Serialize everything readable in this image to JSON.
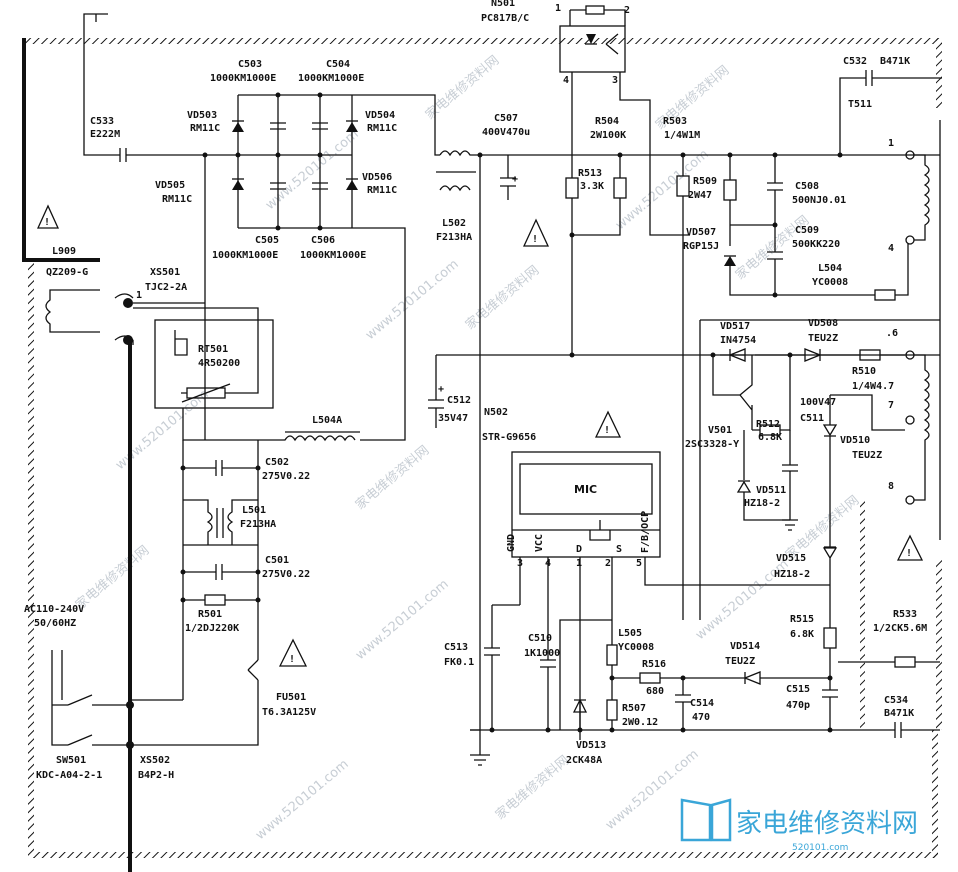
{
  "components": {
    "n501": {
      "ref": "N501",
      "val": "PC817B/C"
    },
    "c503": {
      "ref": "C503",
      "val": "1000KM1000E"
    },
    "c504": {
      "ref": "C504",
      "val": "1000KM1000E"
    },
    "c505": {
      "ref": "C505",
      "val": "1000KM1000E"
    },
    "c506": {
      "ref": "C506",
      "val": "1000KM1000E"
    },
    "c533": {
      "ref": "C533",
      "val": "E222M"
    },
    "vd503": {
      "ref": "VD503",
      "val": "RM11C"
    },
    "vd504": {
      "ref": "VD504",
      "val": "RM11C"
    },
    "vd505": {
      "ref": "VD505",
      "val": "RM11C"
    },
    "vd506": {
      "ref": "VD506",
      "val": "RM11C"
    },
    "c507": {
      "ref": "C507",
      "val": "400V470u"
    },
    "l502": {
      "ref": "L502",
      "val": "F213HA"
    },
    "r504": {
      "ref": "R504",
      "val": "2W100K"
    },
    "r503": {
      "ref": "R503",
      "val": "1/4W1M"
    },
    "r513": {
      "ref": "R513",
      "val": "3.3K"
    },
    "r509": {
      "ref": "R509",
      "val": "2W47"
    },
    "vd507": {
      "ref": "VD507",
      "val": "RGP15J"
    },
    "c508": {
      "ref": "C508",
      "val": "500NJ0.01"
    },
    "c509": {
      "ref": "C509",
      "val": "500KK220"
    },
    "l504": {
      "ref": "L504",
      "val": "YC0008"
    },
    "c532": {
      "ref": "C532",
      "val": "B471K"
    },
    "t511": {
      "ref": "T511",
      "val": ""
    },
    "l909": {
      "ref": "L909",
      "val": "QZ209-G"
    },
    "xs501": {
      "ref": "XS501",
      "val": "TJC2-2A"
    },
    "rt501": {
      "ref": "RT501",
      "val": "4R50200"
    },
    "c512": {
      "ref": "C512",
      "val": "35V47"
    },
    "l504a": {
      "ref": "L504A",
      "val": ""
    },
    "c502": {
      "ref": "C502",
      "val": "275V0.22"
    },
    "l501": {
      "ref": "L501",
      "val": "F213HA"
    },
    "c501": {
      "ref": "C501",
      "val": "275V0.22"
    },
    "r501": {
      "ref": "R501",
      "val": "1/2DJ220K"
    },
    "fu501": {
      "ref": "FU501",
      "val": "T6.3A125V"
    },
    "sw501": {
      "ref": "SW501",
      "val": "KDC-A04-2-1"
    },
    "xs502": {
      "ref": "XS502",
      "val": "B4P2-H"
    },
    "n502": {
      "ref": "N502",
      "val": "STR-G9656"
    },
    "vd517": {
      "ref": "VD517",
      "val": "IN4754"
    },
    "vd508": {
      "ref": "VD508",
      "val": "TEU2Z"
    },
    "r510": {
      "ref": "R510",
      "val": "1/4W4.7"
    },
    "v501": {
      "ref": "V501",
      "val": "2SC3328-Y"
    },
    "r512": {
      "ref": "R512",
      "val": "6.8K"
    },
    "c511": {
      "ref": "C511",
      "val": "100V47"
    },
    "vd511": {
      "ref": "VD511",
      "val": "HZ18-2"
    },
    "vd510": {
      "ref": "VD510",
      "val": "TEU2Z"
    },
    "vd515": {
      "ref": "VD515",
      "val": "HZ18-2"
    },
    "r515": {
      "ref": "R515",
      "val": "6.8K"
    },
    "r533": {
      "ref": "R533",
      "val": "1/2CK5.6M"
    },
    "c513": {
      "ref": "C513",
      "val": "FK0.1"
    },
    "c510": {
      "ref": "C510",
      "val": "1K1000"
    },
    "l505": {
      "ref": "L505",
      "val": "YC0008"
    },
    "r516": {
      "ref": "R516",
      "val": "680"
    },
    "r507": {
      "ref": "R507",
      "val": "2W0.12"
    },
    "c514": {
      "ref": "C514",
      "val": "470"
    },
    "vd514": {
      "ref": "VD514",
      "val": "TEU2Z"
    },
    "c515": {
      "ref": "C515",
      "val": "470p"
    },
    "c534": {
      "ref": "C534",
      "val": "B471K"
    },
    "vd513": {
      "ref": "VD513",
      "val": "2CK48A"
    }
  },
  "ic": {
    "name": "MIC",
    "pins": [
      "GND",
      "VCC",
      "D",
      "S",
      "F/B/OCP"
    ],
    "pin_numbers": [
      "3",
      "4",
      "1",
      "2",
      "5"
    ]
  },
  "input": {
    "label": "AC110-240V",
    "freq": "50/60HZ"
  },
  "nodes": {
    "n1": "1",
    "n2": "2",
    "n3": "3",
    "n4": "4",
    "n6": ".6",
    "n7": "7",
    "n8": "8",
    "t1": "1",
    "t4": "4",
    "xs1": "1"
  },
  "watermark": {
    "url": "www.520101.com",
    "cn": "家电维修资料网"
  },
  "logo": {
    "text": "家电维修资料网",
    "sub": "520101.com"
  },
  "colors": {
    "ink": "#111111",
    "watermark": "#9aa6b2",
    "logo": "#3aa6d8"
  }
}
